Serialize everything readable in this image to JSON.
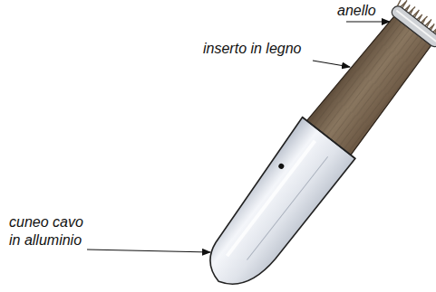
{
  "diagram": {
    "labels": [
      "anello",
      "inserto in legno",
      "cuneo cavo in alluminio"
    ]
  }
}
